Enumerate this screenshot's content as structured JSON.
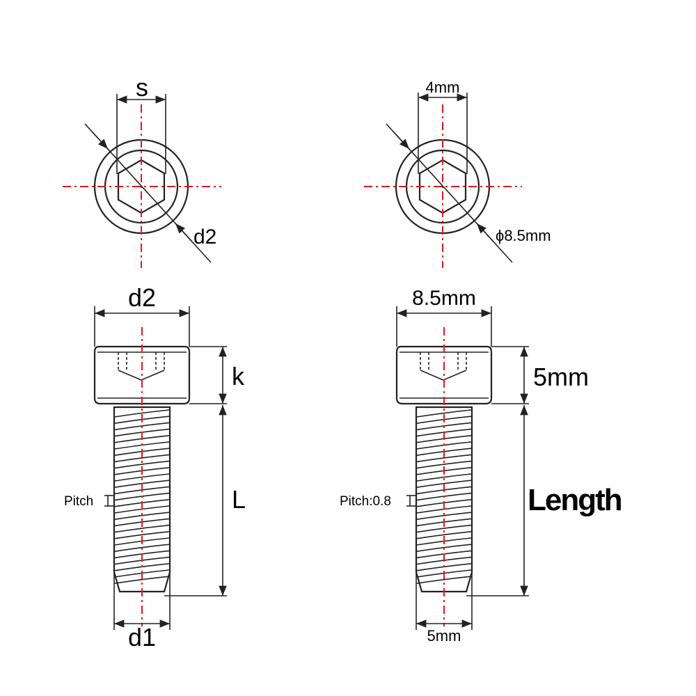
{
  "generic": {
    "top_width_label": "s",
    "top_diameter_label": "d2",
    "head_diameter_label": "d2",
    "head_height_label": "k",
    "pitch_label": "Pitch",
    "length_label": "L",
    "thread_diameter_label": "d1"
  },
  "specific": {
    "top_width_label": "4mm",
    "top_diameter_label": "ϕ8.5mm",
    "head_diameter_label": "8.5mm",
    "head_height_label": "5mm",
    "pitch_label": "Pitch:0.8",
    "length_label": "Length",
    "thread_diameter_label": "5mm"
  },
  "colors": {
    "outline": "#222222",
    "centerline": "#e8141b"
  }
}
